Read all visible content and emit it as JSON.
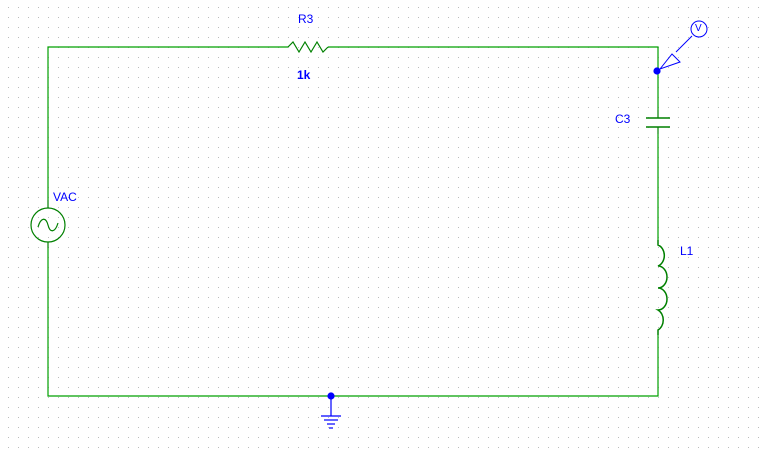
{
  "schematic": {
    "components": {
      "resistor": {
        "ref": "R3",
        "value": "1k"
      },
      "capacitor": {
        "ref": "C3"
      },
      "inductor": {
        "ref": "L1"
      },
      "source": {
        "ref": "VAC"
      },
      "voltage_probe": {
        "label": "V"
      }
    },
    "colors": {
      "wire": "#00a000",
      "component": "#008000",
      "label": "#0000ff",
      "node": "#0000ff",
      "grid_dot": "#bcbcbc",
      "background": "#ffffff"
    }
  }
}
